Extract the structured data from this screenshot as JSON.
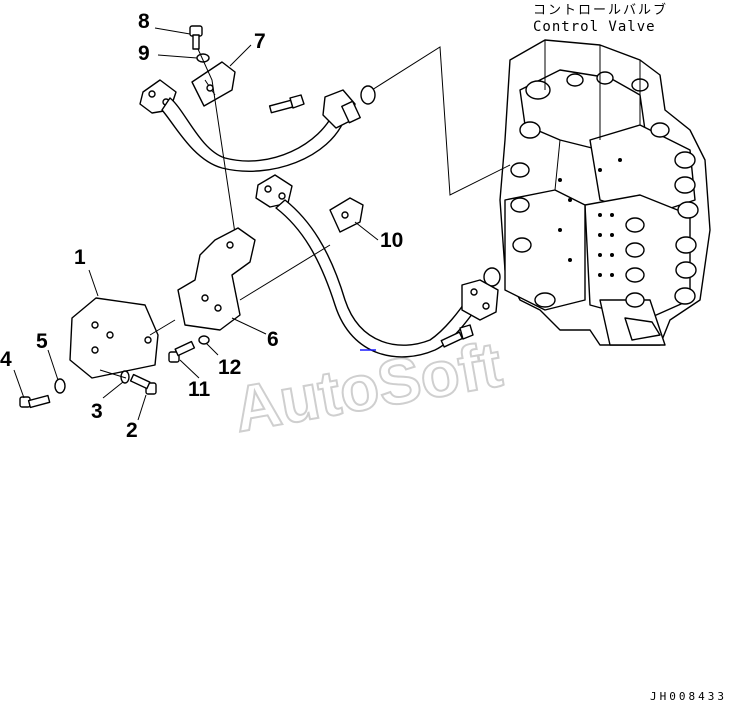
{
  "labels": {
    "control_valve_jp": "コントロールバルブ",
    "control_valve_en": "Control Valve",
    "drawing_id": "JH008433",
    "watermark": "AutoSoft"
  },
  "callouts": [
    "1",
    "2",
    "3",
    "4",
    "5",
    "6",
    "7",
    "8",
    "9",
    "10",
    "11",
    "12"
  ],
  "colors": {
    "line": "#000000",
    "watermark": "#cfcfcf",
    "marker": "#1a1aff"
  }
}
